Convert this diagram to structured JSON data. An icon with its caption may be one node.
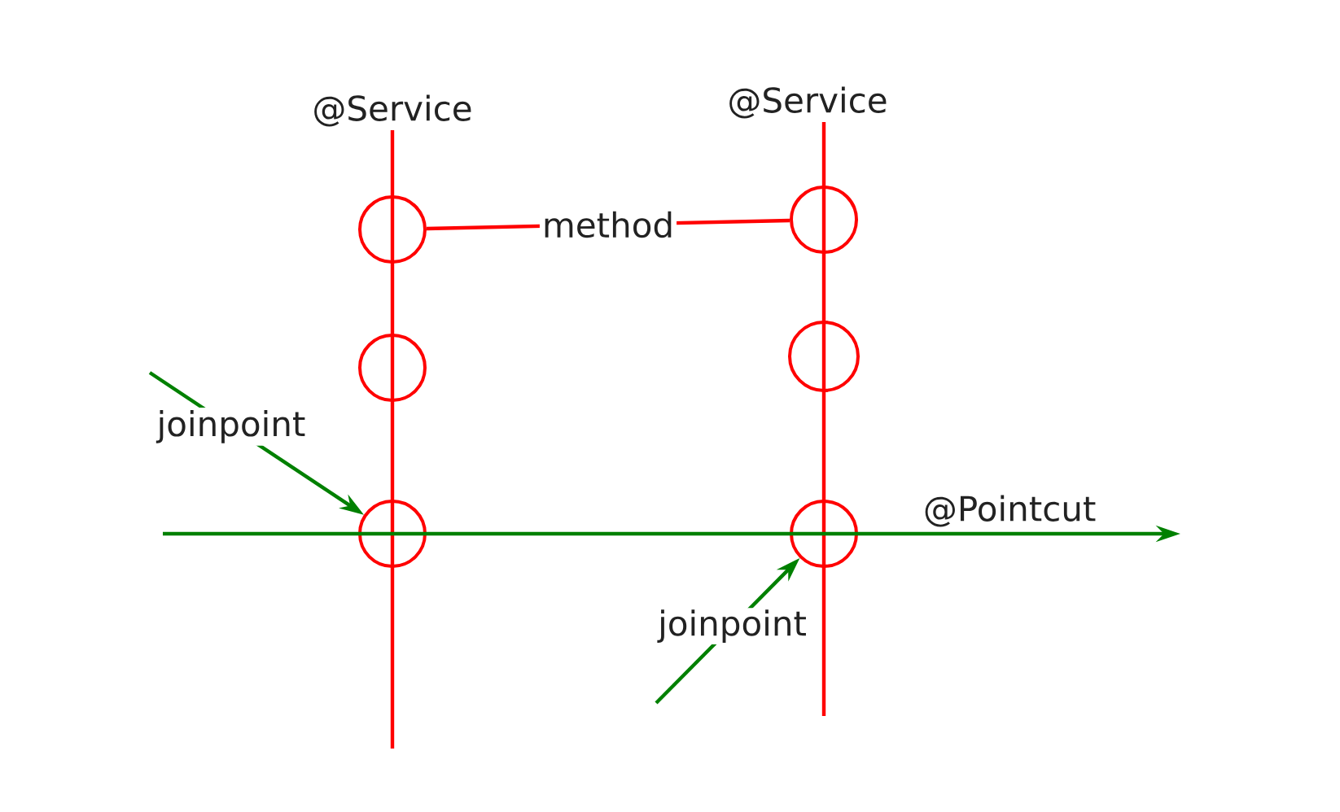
{
  "diagram": {
    "nodes": [
      {
        "text": [
          "@Service"
        ]
      },
      {
        "text": [
          "@Service"
        ]
      },
      {
        "text": [],
        "shape": "circle"
      },
      {
        "text": [],
        "shape": "circle"
      },
      {
        "text": [],
        "shape": "circle"
      },
      {
        "text": [],
        "shape": "circle"
      },
      {
        "text": [],
        "shape": "circle"
      },
      {
        "text": [],
        "shape": "circle"
      }
    ],
    "edges": [
      {
        "from": 0,
        "to": 2,
        "arrow": "none"
      },
      {
        "from": 2,
        "to": 3,
        "arrow": "none"
      },
      {
        "from": 3,
        "to": 4,
        "arrow": "none"
      },
      {
        "from": 4,
        "to": null,
        "arrow": "none"
      },
      {
        "from": 1,
        "to": 5,
        "arrow": "none"
      },
      {
        "from": 5,
        "to": 6,
        "arrow": "none"
      },
      {
        "from": 6,
        "to": 7,
        "arrow": "none"
      },
      {
        "from": 7,
        "to": null,
        "arrow": "none"
      },
      {
        "from": 2,
        "to": 5,
        "arrow": "none",
        "label": "method"
      },
      {
        "from": null,
        "to": 4,
        "arrow": "to",
        "label": "joinpoint",
        "color": "#008000"
      },
      {
        "from": null,
        "to": 7,
        "arrow": "to",
        "label": "joinpoint",
        "color": "#008000"
      },
      {
        "from": null,
        "to": 4,
        "arrow": "none",
        "color": "#008000"
      },
      {
        "from": 4,
        "to": 7,
        "arrow": "none",
        "color": "#008000"
      },
      {
        "from": 7,
        "to": null,
        "arrow": "to",
        "label": "@Pointcut",
        "color": "#008000"
      }
    ]
  }
}
